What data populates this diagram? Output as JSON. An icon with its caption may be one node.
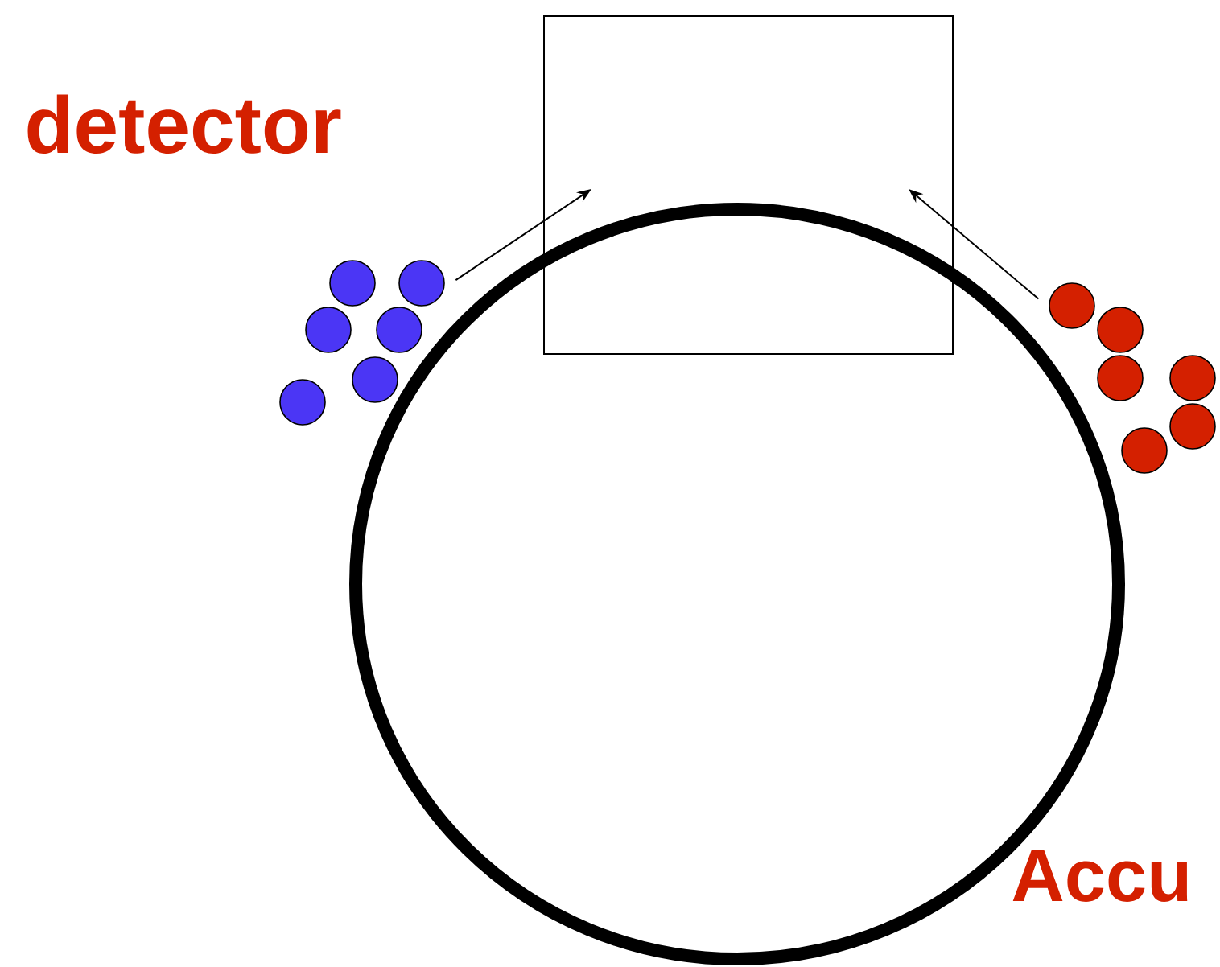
{
  "diagram": {
    "nodes": [
      {
        "text": [],
        "shape": "picture"
      },
      {
        "text": [],
        "shape": "box"
      },
      {
        "text": [],
        "shape": "picture"
      }
    ],
    "edges": [
      {
        "from": 0,
        "to": 1,
        "arrow": "to"
      },
      {
        "from": 2,
        "to": 1,
        "arrow": "to"
      }
    ],
    "labels": [
      "detector",
      "Accu"
    ]
  }
}
